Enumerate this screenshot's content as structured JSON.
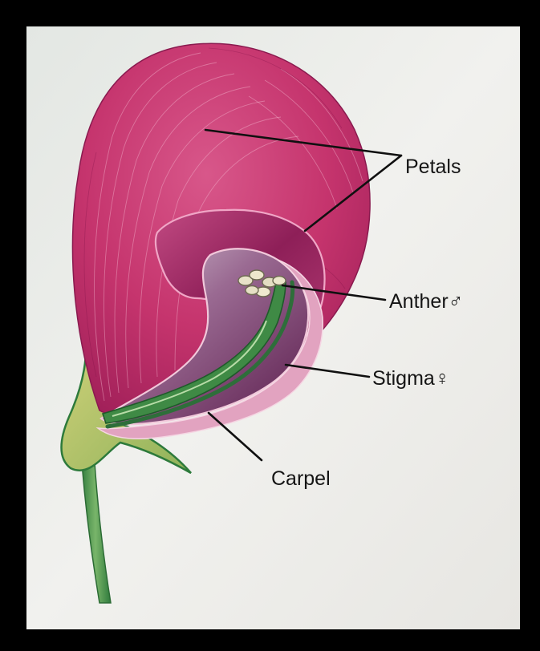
{
  "labels": {
    "petals": "Petals",
    "anther": "Anther♂",
    "stigma": "Stigma♀",
    "carpel": "Carpel"
  },
  "colors": {
    "frame": "#000000",
    "paper": "#eeedea",
    "petal": "#c9336f",
    "petal_dark": "#8e1a52",
    "petal_light": "#e68aaf",
    "keel_purple": "#7d2a5e",
    "carpel_green": "#3f8a45",
    "stem_green": "#4f9a4e",
    "sepal_yellow_green": "#b9c45e",
    "label_text": "#151515"
  }
}
